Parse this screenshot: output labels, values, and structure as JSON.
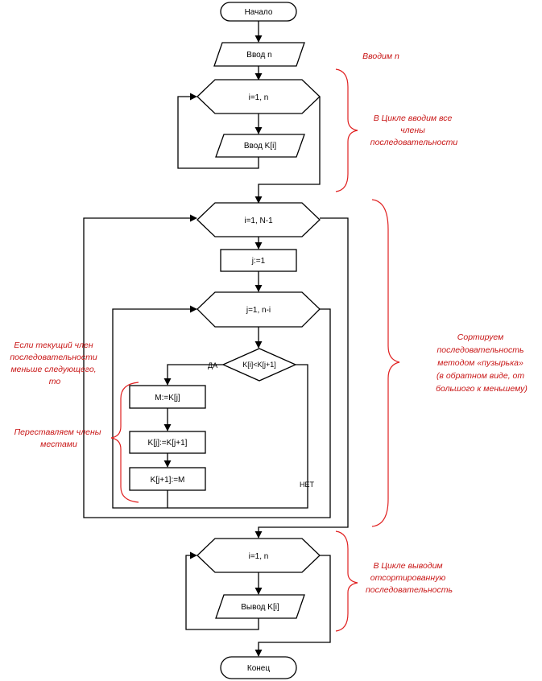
{
  "nodes": {
    "start": "Начало",
    "input_n": "Ввод n",
    "loop1": "i=1, n",
    "input_k": "Ввод K[i]",
    "loop2": "i=1, N-1",
    "assign_j": "j:=1",
    "loop3": "j=1, n-i",
    "condition": "K[i]<K[j+1]",
    "yes_label": "ДА",
    "no_label": "НЕТ",
    "swap1": "M:=K[j]",
    "swap2": "K[j]:=K[j+1]",
    "swap3": "K[j+1]:=M",
    "loop4": "i=1, n",
    "output_k": "Вывод K[i]",
    "end": "Конец"
  },
  "notes": {
    "input_n": [
      "Вводим n"
    ],
    "loop_input": [
      "В Цикле вводим все",
      "члены",
      "последовательности"
    ],
    "condition": [
      "Если текущий член",
      "последовательности",
      "меньше следующего,",
      "то"
    ],
    "swap": [
      "Переставляем члены",
      "местами"
    ],
    "sort": [
      "Сортируем",
      "последовательность",
      "методом «пузырька»",
      "(в обратном виде, от",
      "большого к меньшему)"
    ],
    "loop_output": [
      "В Цикле выводим",
      "отсортированную",
      "последовательность"
    ]
  },
  "colors": {
    "lines": "#000000",
    "annotation": "#c81414",
    "brace": "#e02020"
  }
}
